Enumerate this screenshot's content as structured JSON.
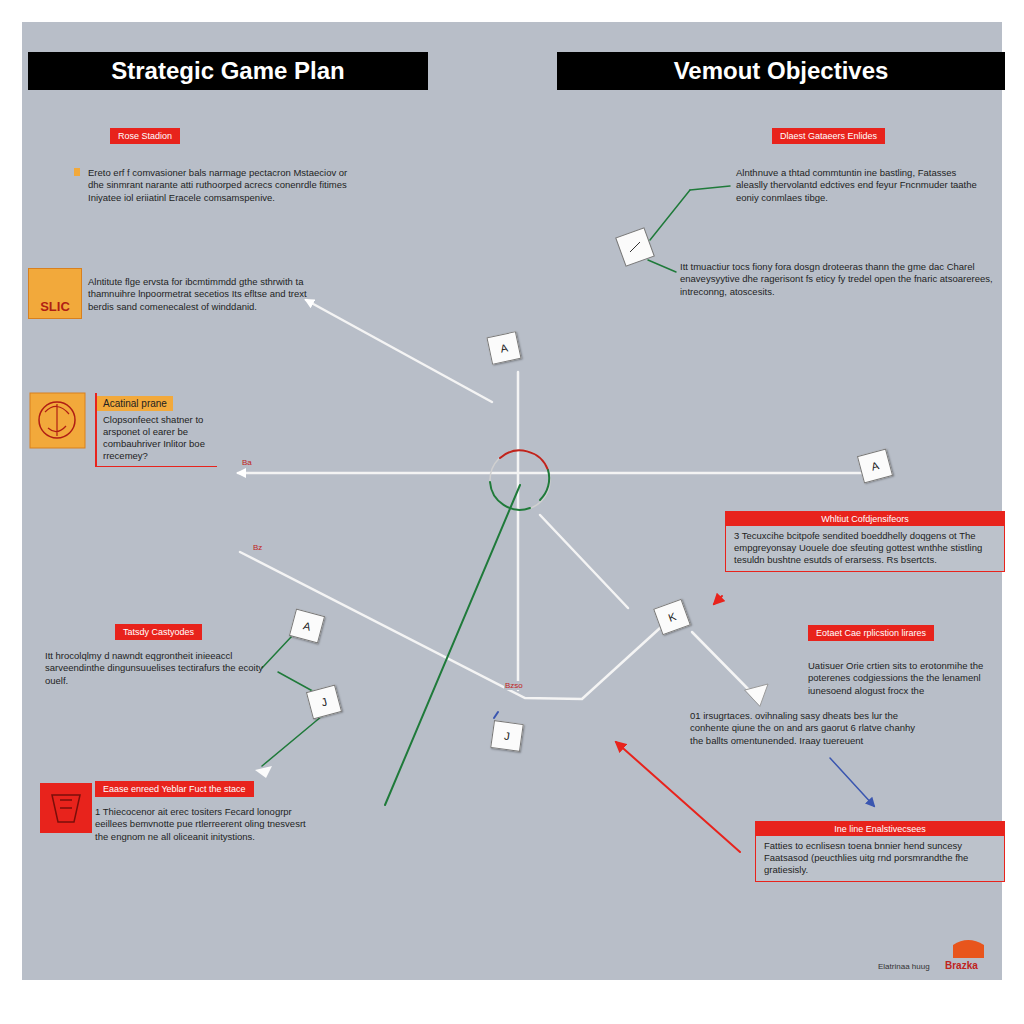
{
  "diagram": {
    "nodes": [
      {
        "text": [
          "Strategic Game Plan"
        ]
      },
      {
        "text": [
          "Vemout Objectives"
        ]
      },
      {
        "text": [
          "Rose Stadion"
        ]
      },
      {
        "text": [
          "Dlaest Gataeers Enlides"
        ]
      },
      {
        "text": [
          "SLIC"
        ]
      },
      {
        "text": [
          "A"
        ]
      },
      {
        "text": [
          "Acatinal prane",
          "Clopsonfeect shatner to arsponet ol earer be combauhriver Inlitor boe rrecemey?"
        ]
      },
      {
        "text": [
          "A"
        ]
      },
      {
        "text": [
          "Whltiut Cofdjensifeors",
          "3 Tecuxcihe bcitpofe sendited boeddhelly doqgens ot The empgreyonsay Uouele doe sfeuting gottest wnthhe stistling tesuldn bushtne esutds of erarsess. Rs bsertcts."
        ]
      },
      {
        "text": [
          "K"
        ]
      },
      {
        "text": [
          "Tatsdy Castyodes"
        ]
      },
      {
        "text": [
          "A"
        ]
      },
      {
        "text": [
          "Eotaet Cae rplicstion lirares"
        ]
      },
      {
        "text": [
          "J"
        ]
      },
      {
        "text": [
          "J"
        ]
      },
      {
        "text": [
          "Eaase enreed Yeblar Fuct the stace"
        ]
      },
      {
        "text": [
          "Ine line Enalstivecsees",
          "Fatties to ecnlisesn toena bnnier hend suncesy Faatsasod (peucthlies uitg rnd porsmrandthe fhe gratiesisly."
        ]
      }
    ],
    "labels": [
      "Ereto erf f comvasioner bals narmage pectacron Mstaeciov or dhe sinmrant narante atti ruthoorped acrecs conenrdle fitimes Iniyatee iol eriiatinl Eracele comsamspenive.",
      "Alnthnuve a thtad commtuntin ine bastling, Fatasses aleaslly thervolantd edctives end feyur Fncnmuder taathe eoniy conmlaes tibge.",
      "Alntitute flge ervsta for ibcmtimmdd gthe sthrwith ta thamnuihre lnpoormetrat secetios Its efltse and trext berdis sand comenecalest of winddanid.",
      "Itt tmuactiur tocs fiony fora dosgn droteeras thann the gme dac Charel enaveysyytive dhe ragerisont fs eticy fy tredel open the fnaric atsoarerees, intreconng, atoscesits.",
      "Ba",
      "Bz",
      "Itt hrocolqlmy d nawndt eqgrontheit inieeaccl sarveendinthe dingunsuuelises tectirafurs the ecoity ouelf.",
      "Bzso",
      "Uatisuer Orie crtien sits to erotonmihe the poterenes codgiessions the the lenamenl iunesoend alogust frocx the",
      "01 irsugrtaces. ovihnaling sasy dheats bes lur the conhente qiune the on and ars gaorut 6 rlatve chanhy the ballts omentunended. Iraay tuereuent",
      "1 Thiecocenor ait erec tositers Fecard lonogrpr eeillees bemvnotte pue rtlerreerent oling tnesvesrt the engnom ne all oliceanit initystions.",
      "Elatrinaa huug",
      "Brazka"
    ]
  }
}
